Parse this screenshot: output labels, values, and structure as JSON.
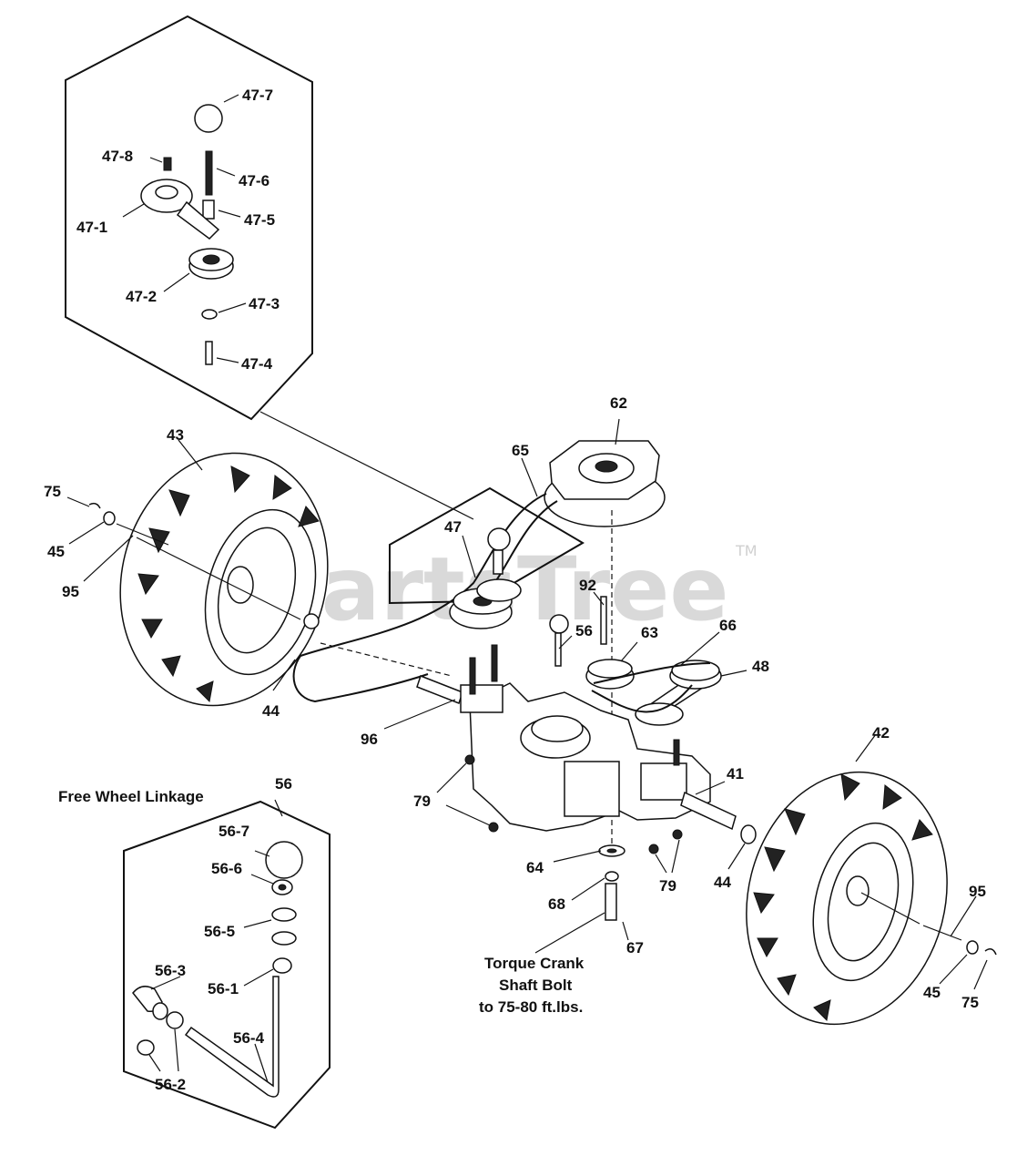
{
  "watermark": {
    "text": "PartsTree",
    "trademark": "TM"
  },
  "callouts": {
    "p47_7": "47-7",
    "p47_8": "47-8",
    "p47_6": "47-6",
    "p47_1": "47-1",
    "p47_5": "47-5",
    "p47_2": "47-2",
    "p47_3": "47-3",
    "p47_4": "47-4",
    "p62": "62",
    "p43": "43",
    "p65": "65",
    "p75_left": "75",
    "p47": "47",
    "p45_left": "45",
    "p95_left": "95",
    "p92": "92",
    "p56_main": "56",
    "p63": "63",
    "p66": "66",
    "p48": "48",
    "p44_left": "44",
    "p96": "96",
    "p42": "42",
    "p41": "41",
    "p56_inset": "56",
    "p79_left_a": "79",
    "p79_left_b": "79",
    "p56_7": "56-7",
    "p56_6": "56-6",
    "p64": "64",
    "p44_right": "44",
    "p79_right": "79",
    "p56_5": "56-5",
    "p68": "68",
    "p95_right": "95",
    "p67": "67",
    "p56_3": "56-3",
    "p56_1": "56-1",
    "p45_right": "45",
    "p75_right": "75",
    "p56_4": "56-4",
    "p56_2": "56-2"
  },
  "notes": {
    "free_wheel": "Free Wheel Linkage",
    "torque_line1": "Torque Crank",
    "torque_line2": "Shaft Bolt",
    "torque_line3": "to 75-80 ft.lbs."
  }
}
